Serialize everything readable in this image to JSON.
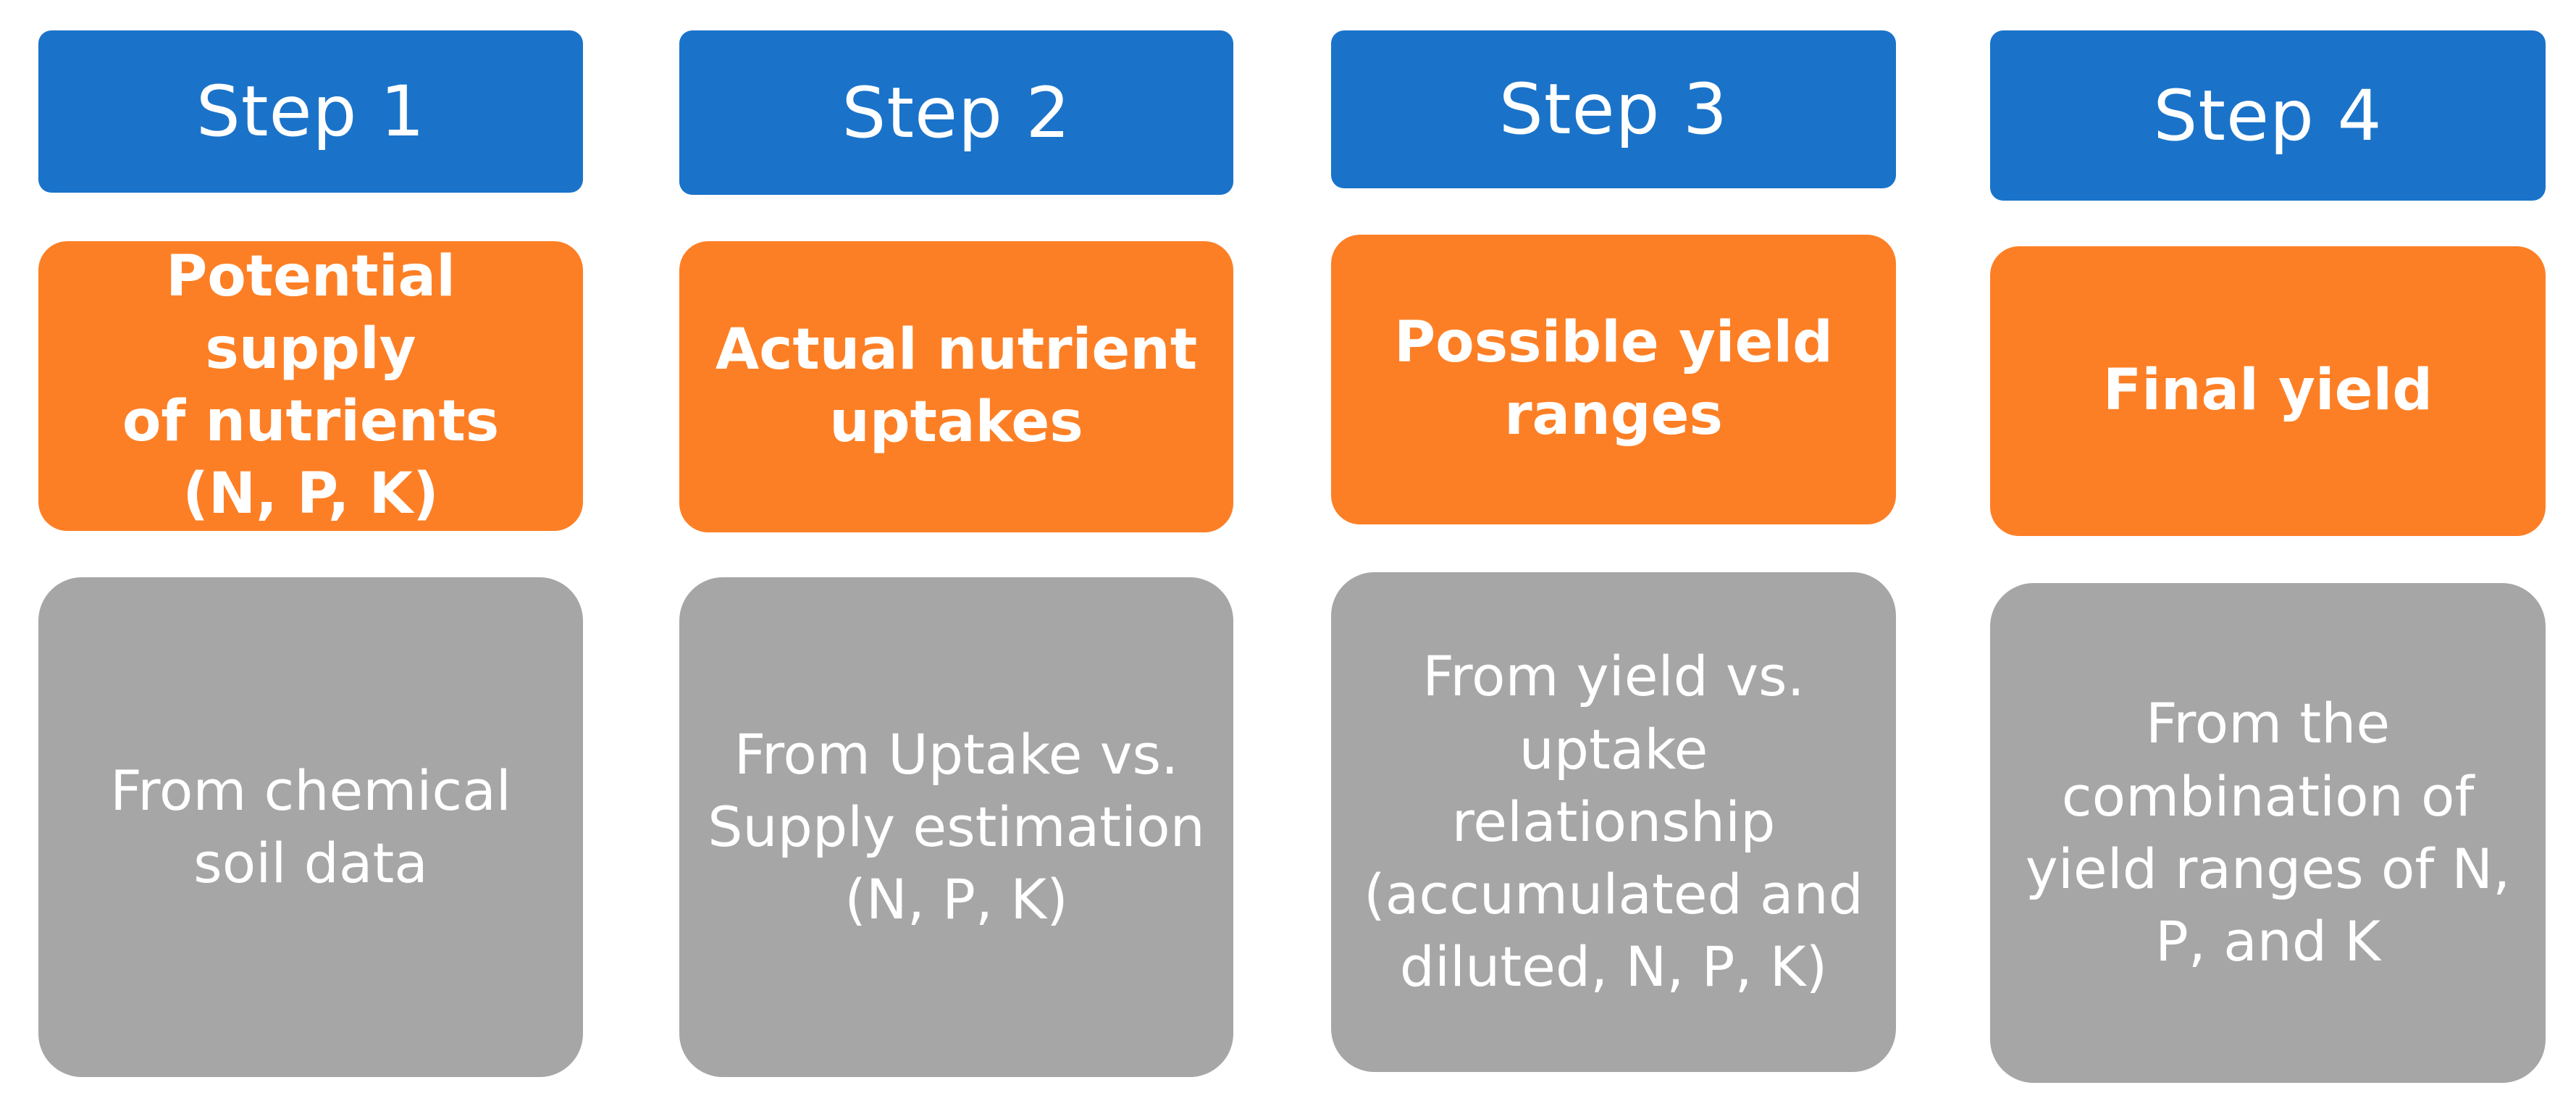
{
  "columns": [
    {
      "step": "Step 1",
      "title": "Potential supply\nof nutrients\n(N, P, K)",
      "description": "From chemical\nsoil data"
    },
    {
      "step": "Step 2",
      "title": "Actual nutrient\nuptakes",
      "description": "From Uptake vs.\nSupply estimation\n(N, P, K)"
    },
    {
      "step": "Step 3",
      "title": "Possible yield\nranges",
      "description": "From yield vs.\nuptake\nrelationship\n(accumulated and\ndiluted, N, P, K)"
    },
    {
      "step": "Step 4",
      "title": "Final yield",
      "description": "From the\ncombination of\nyield ranges of N,\nP, and K"
    }
  ],
  "colors": {
    "step_header": "#1a73c9",
    "title_box": "#fd7f25",
    "description_box": "#a6a6a6",
    "text": "#ffffff"
  }
}
